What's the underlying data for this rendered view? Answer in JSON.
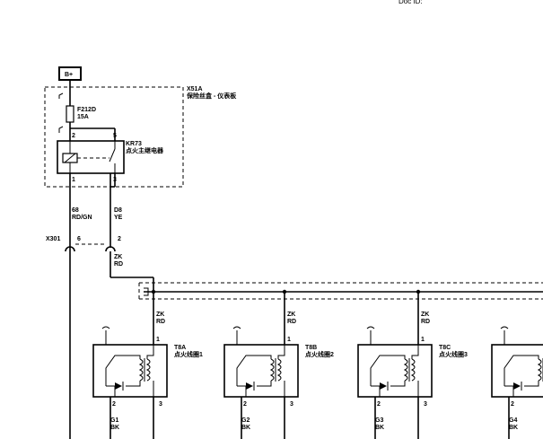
{
  "header": {
    "doc_id": "Doc ID:"
  },
  "battery": {
    "label": "B+"
  },
  "fuse_block": {
    "code": "X51A",
    "name": "保险丝盒 - 仪表板"
  },
  "fuse": {
    "code": "F212D",
    "rating": "15A"
  },
  "relay": {
    "code": "KR73",
    "name": "点火主继电器",
    "pins": {
      "top_left": "2",
      "top_right": "5",
      "bottom_left": "1",
      "bottom_right": "3"
    }
  },
  "wires": {
    "left": {
      "circuit": "68",
      "color": "RD/GN"
    },
    "right": {
      "circuit": "D8",
      "color": "YE"
    },
    "after_connector": {
      "circuit": "ZK",
      "color": "RD"
    }
  },
  "connector": {
    "code": "X301",
    "pin_left": "6",
    "pin_right": "2"
  },
  "coils": [
    {
      "code": "T8A",
      "name": "点火线圈1",
      "feed": {
        "circuit": "ZK",
        "color": "RD"
      },
      "pin_top": "1",
      "pin_bottom_left": "2",
      "pin_bottom_right": "3",
      "ground": {
        "circuit": "G1",
        "color": "BK"
      }
    },
    {
      "code": "T8B",
      "name": "点火线圈2",
      "feed": {
        "circuit": "ZK",
        "color": "RD"
      },
      "pin_top": "1",
      "pin_bottom_left": "2",
      "pin_bottom_right": "3",
      "ground": {
        "circuit": "G2",
        "color": "BK"
      }
    },
    {
      "code": "T8C",
      "name": "点火线圈3",
      "feed": {
        "circuit": "ZK",
        "color": "RD"
      },
      "pin_top": "1",
      "pin_bottom_left": "2",
      "pin_bottom_right": "3",
      "ground": {
        "circuit": "G3",
        "color": "BK"
      }
    },
    {
      "code": "",
      "name": "",
      "feed": {
        "circuit": "",
        "color": ""
      },
      "pin_top": "",
      "pin_bottom_left": "2",
      "pin_bottom_right": "",
      "ground": {
        "circuit": "G4",
        "color": "BK"
      }
    }
  ]
}
